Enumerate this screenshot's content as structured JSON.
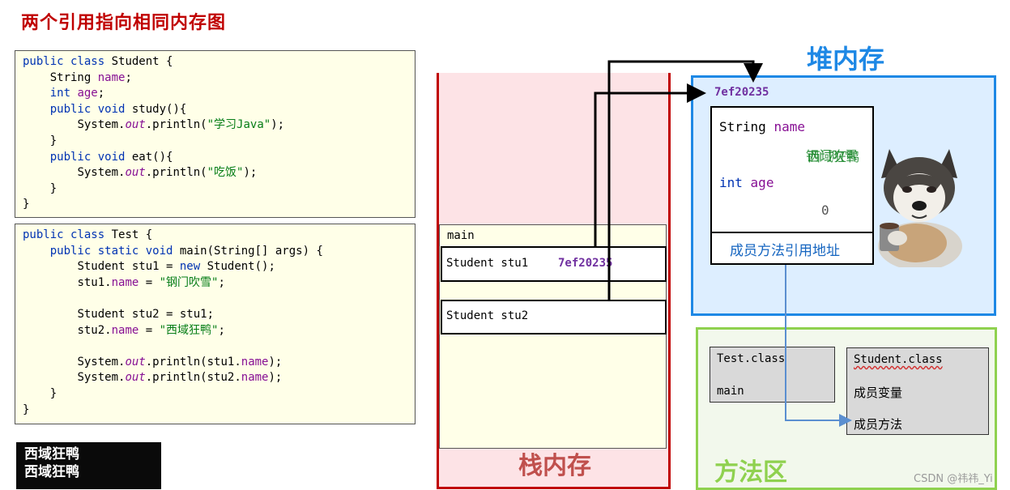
{
  "title": "两个引用指向相同内存图",
  "code_student": {
    "l1_kw": "public class",
    "l1_rest": " Student {",
    "l2_type": "String",
    "l2_field": "name",
    "l2_end": ";",
    "l3_kw": "int",
    "l3_field": "age",
    "l3_end": ";",
    "l4_kw": "public void",
    "l4_rest": " study(){",
    "l5_a": "System.",
    "l5_out": "out",
    "l5_b": ".println(",
    "l5_str": "\"学习Java\"",
    "l5_c": ");",
    "l6": "}",
    "l7_kw": "public void",
    "l7_rest": " eat(){",
    "l8_a": "System.",
    "l8_out": "out",
    "l8_b": ".println(",
    "l8_str": "\"吃饭\"",
    "l8_c": ");",
    "l9": "}",
    "l10": "}"
  },
  "code_test": {
    "l1_kw": "public class",
    "l1_rest": " Test {",
    "l2_kw": "public static void",
    "l2_rest": " main(String[] args) {",
    "l3_a": "Student stu1 = ",
    "l3_kw": "new",
    "l3_b": " Student();",
    "l4_a": "stu1.",
    "l4_field": "name",
    "l4_b": " = ",
    "l4_str": "\"钢门吹雪\"",
    "l4_c": ";",
    "l5": "Student stu2 = stu1;",
    "l6_a": "stu2.",
    "l6_field": "name",
    "l6_b": " = ",
    "l6_str": "\"西域狂鸭\"",
    "l6_c": ";",
    "l7_a": "System.",
    "l7_out": "out",
    "l7_b": ".println(stu1.",
    "l7_field": "name",
    "l7_c": ");",
    "l8_a": "System.",
    "l8_out": "out",
    "l8_b": ".println(stu2.",
    "l8_field": "name",
    "l8_c": ");",
    "l9": "}",
    "l10": "}"
  },
  "console": {
    "line1": "西域狂鸭",
    "line2": "西域狂鸭"
  },
  "stack": {
    "label": "栈内存",
    "frame_label": "main",
    "stu1_label": "Student stu1",
    "stu1_addr": "7ef20235",
    "stu2_label": "Student stu2"
  },
  "heap": {
    "label": "堆内存",
    "address": "7ef20235",
    "name_type": "String",
    "name_field": "name",
    "name_value_old": "钢门吹雪",
    "name_value_new": "西域狂鸭",
    "age_type": "int",
    "age_field": "age",
    "age_value": "0",
    "method_ref": "成员方法引用地址"
  },
  "method_area": {
    "label": "方法区",
    "test_class": "Test.class",
    "test_main": "main",
    "student_class": "Student.class",
    "member_vars": "成员变量",
    "member_methods": "成员方法"
  },
  "watermark": "CSDN @祎祎_Yi",
  "colors": {
    "title": "#c00000",
    "stack_border": "#c00000",
    "heap_border": "#1e88e5",
    "method_area_border": "#8fd14f",
    "address": "#7030a0",
    "pointer_line": "#5b8fd0"
  },
  "icons": [
    "husky-dog-image"
  ]
}
